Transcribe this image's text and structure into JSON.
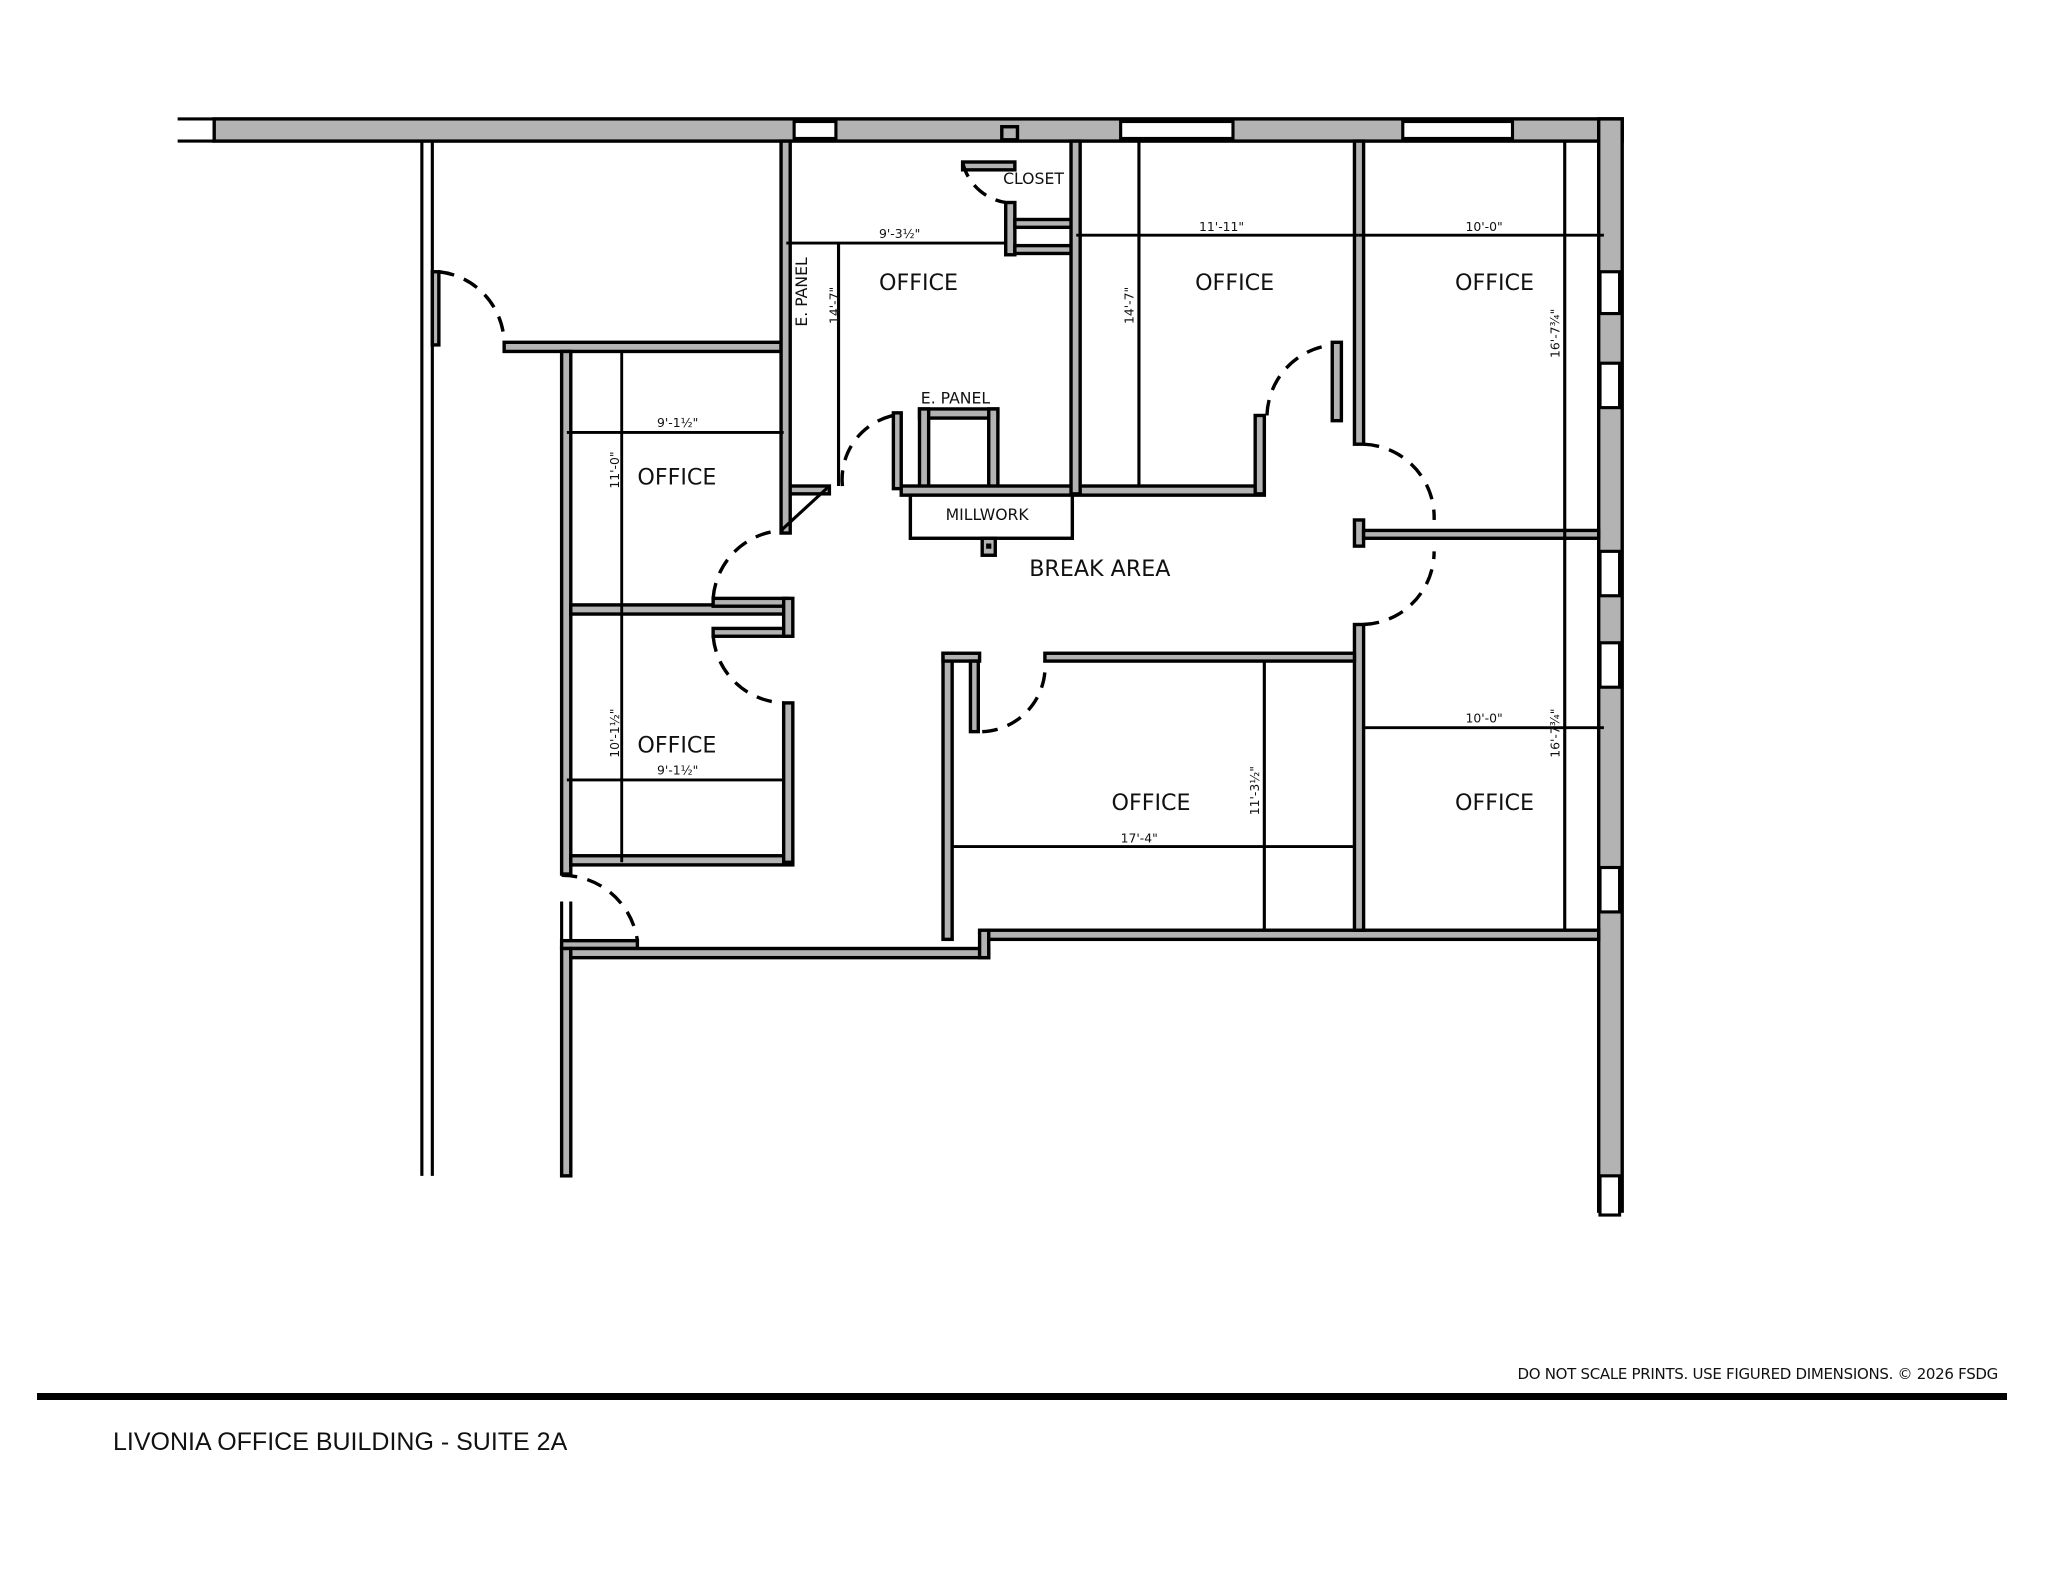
{
  "document": {
    "title": "LIVONIA OFFICE BUILDING - SUITE 2A",
    "disclaimer": "DO NOT SCALE PRINTS.  USE FIGURED DIMENSIONS.   © 2026 FSDG"
  },
  "colors": {
    "wall_fill": "#b3b3b3",
    "line": "#000000",
    "background": "#ffffff"
  },
  "rooms": [
    {
      "id": "office-top-left",
      "label": "OFFICE",
      "width": "9'-3½\"",
      "depth": "14'-7\""
    },
    {
      "id": "office-top-middle",
      "label": "OFFICE",
      "width": "11'-11\"",
      "depth": "14'-7\""
    },
    {
      "id": "office-top-right",
      "label": "OFFICE",
      "width": "10'-0\"",
      "depth": "16'-7¾\""
    },
    {
      "id": "office-left-upper",
      "label": "OFFICE",
      "width": "9'-1½\"",
      "depth": "11'-0\""
    },
    {
      "id": "office-left-lower",
      "label": "OFFICE",
      "width": "9'-1½\"",
      "depth": "10'-1½\""
    },
    {
      "id": "office-bottom-middle",
      "label": "OFFICE",
      "width": "17'-4\"",
      "depth": "11'-3½\""
    },
    {
      "id": "office-bottom-right",
      "label": "OFFICE",
      "width": "10'-0\"",
      "depth": "16'-7¾\""
    }
  ],
  "labels": {
    "closet": "CLOSET",
    "e_panel_vertical": "E. PANEL",
    "e_panel": "E. PANEL",
    "millwork": "MILLWORK",
    "break_area": "BREAK AREA"
  }
}
